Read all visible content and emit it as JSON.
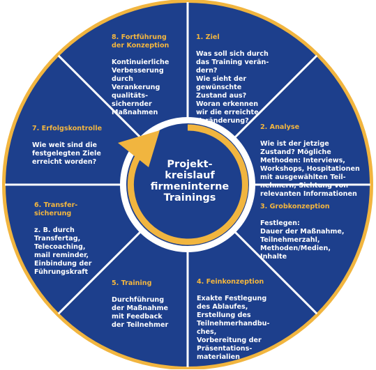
{
  "center_title": "Projekt-\nkreislauf\nfirmeninterne\nTrainings",
  "colors": {
    "wheel_blue": "#1d3f8c",
    "rim_gold": "#f1b53f",
    "divider_white": "#ffffff",
    "heading_gold": "#f3b63f"
  },
  "segments": [
    {
      "title": "1. Ziel",
      "body": "Was soll sich durch\ndas Training verän-\ndern?\nWie sieht der\ngewünschte\nZustand aus?\nWoran erkennen\nwir die erreichte\nVeränderung?"
    },
    {
      "title": "2. Analyse",
      "body": "Wie ist der jetzige\nZustand? Mögliche\nMethoden: Interviews,\nWorkshops, Hospitationen\nmit ausgewählten Teil-\nnehmern, Sichtung von\nrelevanten Informationen"
    },
    {
      "title": "3. Grobkonzeption",
      "body": "Festlegen:\nDauer der Maßnahme,\nTeilnehmerzahl,\nMethoden/Medien,\nInhalte"
    },
    {
      "title": "4. Feinkonzeption",
      "body": "Exakte Festlegung\ndes Ablaufes,\nErstellung des\nTeilnehmerhandbu-\nches,\nVorbereitung der\nPräsentations-\nmaterialien"
    },
    {
      "title": "5. Training",
      "body": "Durchführung\nder Maßnahme\nmit Feedback\nder Teilnehmer"
    },
    {
      "title": "6. Transfer-\nsicherung",
      "body": "z. B. durch\nTransfertag,\nTelecoaching,\nmail reminder,\nEinbindung der\nFührungskraft"
    },
    {
      "title": "7. Erfolgskontrolle",
      "body": "Wie weit sind die\nfestgelegten Ziele\nerreicht worden?"
    },
    {
      "title": "8. Fortführung\nder Konzeption",
      "body": "Kontinuierliche\nVerbesserung\ndurch\nVerankerung\nqualitäts-\nsichernder\nMaßnahmen"
    }
  ]
}
